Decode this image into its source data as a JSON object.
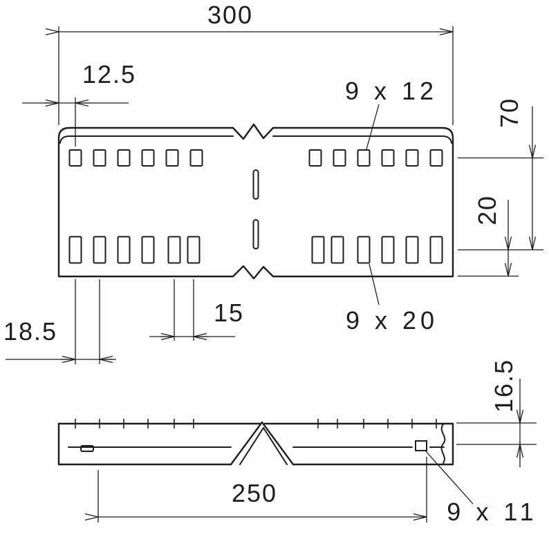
{
  "colors": {
    "background": "#fdfdfd",
    "line": "#1d1d1d"
  },
  "top_view": {
    "dim_length": "300",
    "dim_edge_to_first_slot": "12.5",
    "top_slot_size": "9 x 12",
    "dim_row_spacing": "70",
    "dim_row_to_edge": "20",
    "bottom_slot_size": "9 x 20",
    "dim_slot_pitch": "15",
    "dim_first_slot_pitch": "18.5"
  },
  "side_view": {
    "dim_height": "16.5",
    "dim_hole_span": "250",
    "end_hole_size": "9 x 11"
  }
}
